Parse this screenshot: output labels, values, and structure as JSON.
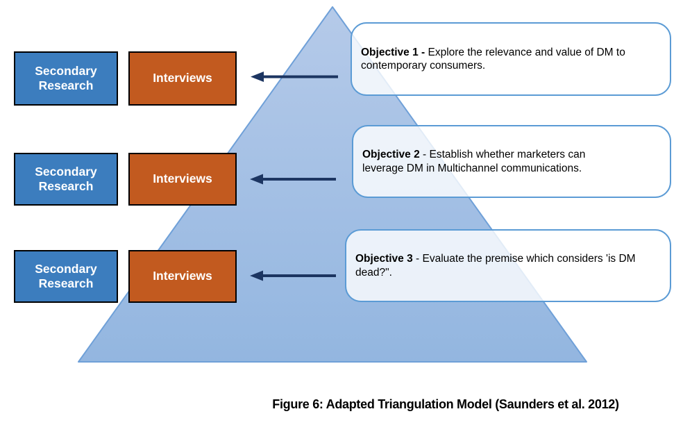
{
  "figure": {
    "caption": "Figure 6: Adapted Triangulation Model (Saunders et al. 2012)"
  },
  "colors": {
    "secondary_research_box": "#3C7DBE",
    "interviews_box": "#C25A1F",
    "box_border": "#000000",
    "triangle_fill_top": "#B5CAE9",
    "triangle_fill_bottom": "#93B6E0",
    "triangle_border": "#6FA0D8",
    "objective_box_border": "#5B9BD5",
    "arrow": "#1C3561",
    "label_text": "#ffffff",
    "body_text": "#000000"
  },
  "rows": [
    {
      "secondary_label": "Secondary Research",
      "interviews_label": "Interviews",
      "objective_bold": "Objective 1 -",
      "objective_rest": " Explore the relevance and value of DM to contemporary consumers."
    },
    {
      "secondary_label": "Secondary Research",
      "interviews_label": "Interviews",
      "objective_bold": "Objective 2",
      "objective_rest": " - Establish whether marketers can leverage DM in Multichannel communications."
    },
    {
      "secondary_label": "Secondary Research",
      "interviews_label": "Interviews",
      "objective_bold": "Objective 3",
      "objective_rest": " - Evaluate the premise which considers 'is DM dead?\"."
    }
  ]
}
